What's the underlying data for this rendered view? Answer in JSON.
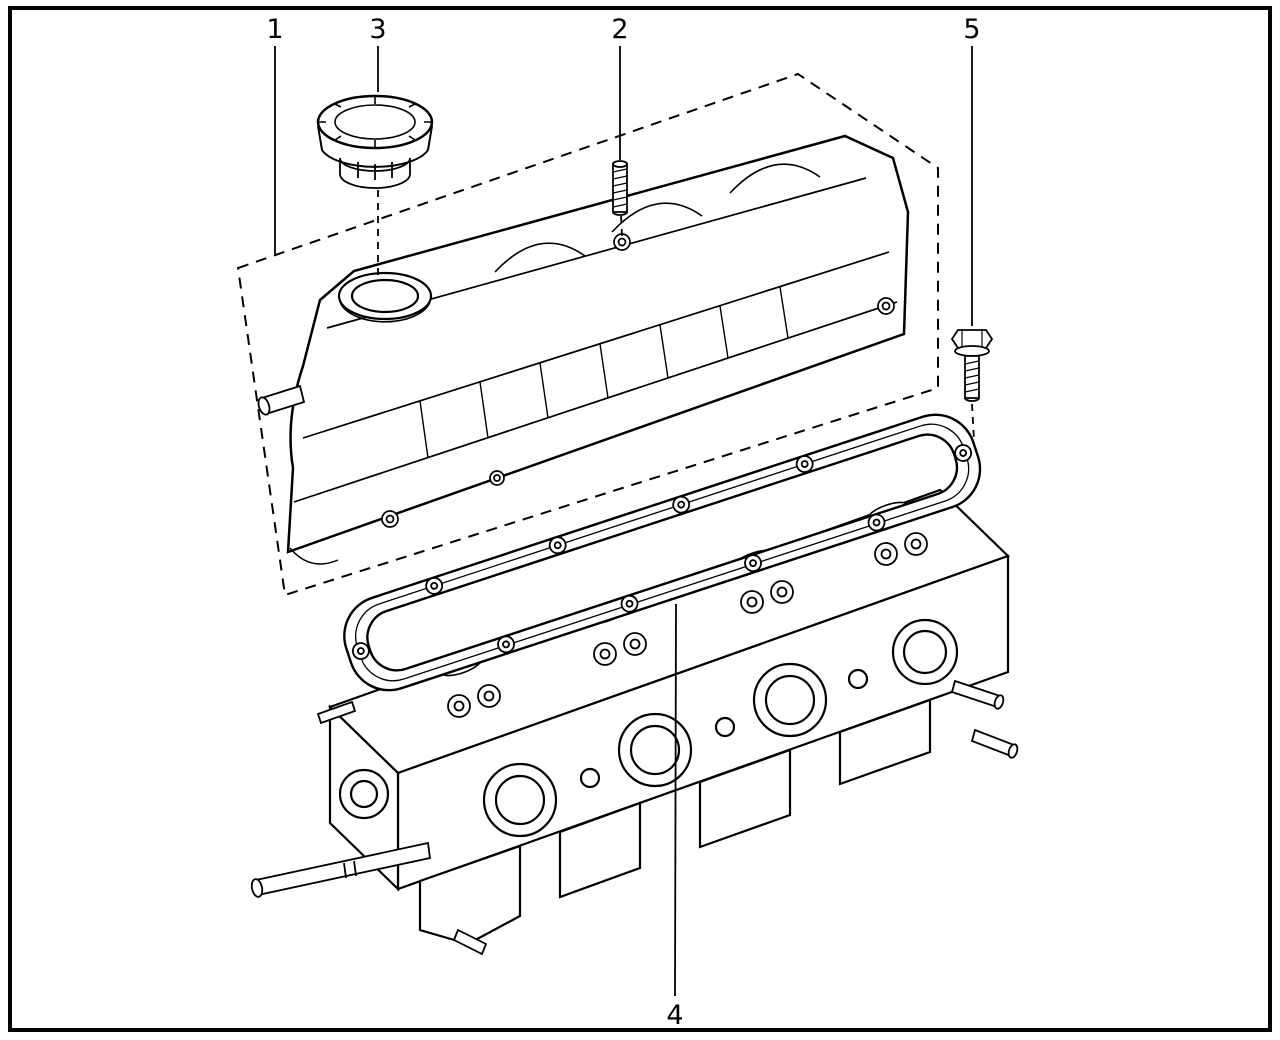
{
  "figure": {
    "kind": "exploded-parts-diagram",
    "subject": "cylinder-head-and-camshaft-cover",
    "colors": {
      "line": "#000000",
      "background": "#ffffff",
      "border": "#000000"
    },
    "callouts": [
      {
        "label": "1",
        "part": "camshaft-cover-assembly"
      },
      {
        "label": "2",
        "part": "stud"
      },
      {
        "label": "3",
        "part": "oil-filler-cap"
      },
      {
        "label": "4",
        "part": "camshaft-cover-gasket"
      },
      {
        "label": "5",
        "part": "flange-bolt"
      }
    ]
  }
}
